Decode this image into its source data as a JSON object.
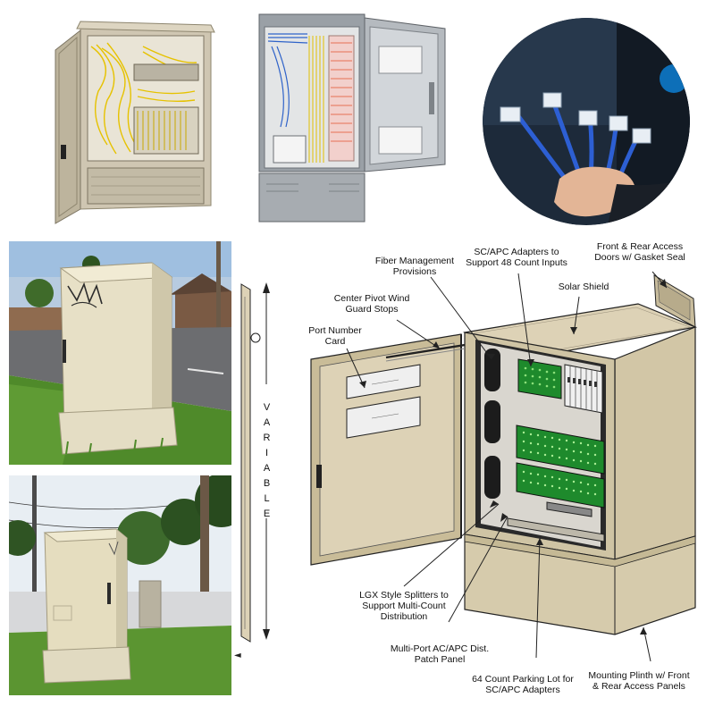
{
  "photos": {
    "top_left": "cabinet-with-yellow-fiber-open",
    "top_middle": "grey-cabinet-with-patch-panels-open",
    "top_right": "hand-holding-blue-network-cables",
    "middle_left": "beige-street-cabinet-with-graffiti",
    "bottom_left": "beige-street-cabinet-roadside"
  },
  "diagram": {
    "labels": {
      "fiber_management": "Fiber Management\nProvisions",
      "sc_apc_adapters": "SC/APC Adapters to\nSupport 48 Count Inputs",
      "front_rear_doors": "Front & Rear Access\nDoors w/ Gasket Seal",
      "center_pivot": "Center Pivot Wind\nGuard Stops",
      "solar_shield": "Solar Shield",
      "port_number_card": "Port Number\nCard",
      "lgx_splitters": "LGX Style Splitters to\nSupport Multi-Count\nDistribution",
      "multi_port": "Multi-Port AC/APC Dist.\nPatch Panel",
      "parking_lot": "64 Count Parking Lot for\nSC/APC Adapters",
      "plinth": "Mounting Plinth w/ Front\n& Rear Access Panels"
    },
    "variable_letters": [
      "V",
      "A",
      "R",
      "I",
      "A",
      "B",
      "L",
      "E"
    ]
  },
  "colors": {
    "cabinet_beige": "#ddd2b6",
    "cabinet_dark": "#9b917c",
    "panel_green": "#1e8a2c",
    "grass": "#4f8a2a",
    "sky": "#9fbfe0"
  }
}
